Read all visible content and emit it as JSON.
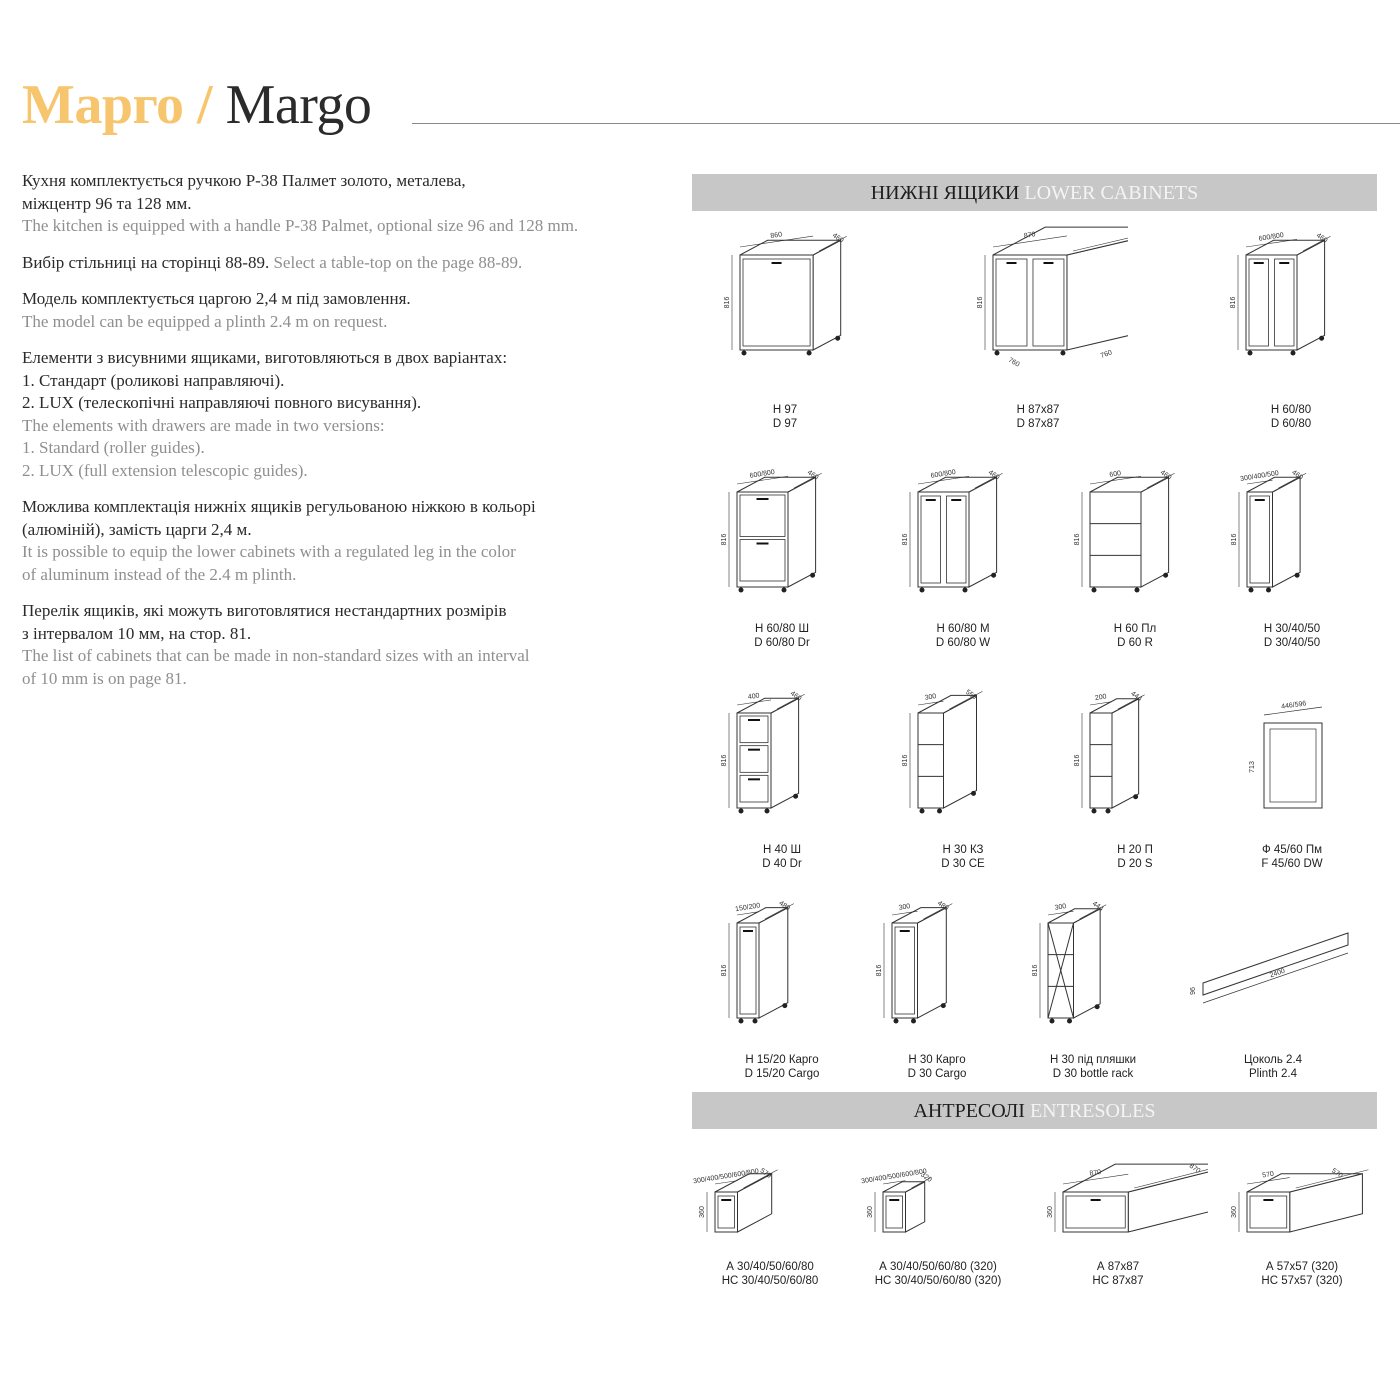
{
  "header": {
    "title_ua": "Марго /",
    "title_en": "Margo"
  },
  "intro": [
    {
      "ua": "Кухня комплектується ручкою Р-38 Палмет золото, металева,",
      "ua2": "міжцентр 96 та 128 мм.",
      "en": [
        "The kitchen is equipped with a handle P-38 Palmet, optional size 96 and 128 mm."
      ]
    },
    {
      "ua": "Вибір стільниці на сторінці 88-89.",
      "inline_en": " Select a table-top on the page 88-89."
    },
    {
      "ua": "Модель комплектується царгою 2,4 м під замовлення.",
      "en": [
        "The model can be equipped a plinth 2.4 m on request."
      ]
    },
    {
      "ua": "Елементи з висувними ящиками, виготовляються в двох варіантах:",
      "ua_lines": [
        "1. Стандарт (роликові направляючі).",
        "2. LUX (телескопічні направляючі повного висування)."
      ],
      "en": [
        "The elements with drawers are made in two versions:",
        "1. Standard (roller guides).",
        "2. LUX (full extension telescopic guides)."
      ]
    },
    {
      "ua": "Можлива комплектація нижніх ящиків регульованою ніжкою в кольорі",
      "ua2": "(алюміній), замість царги 2,4 м.",
      "en": [
        "It is possible to equip the lower cabinets with a regulated leg in the color",
        "of aluminum instead of the 2.4 m plinth."
      ]
    },
    {
      "ua": "Перелік ящиків, які можуть виготовлятися нестандартних розмірів",
      "ua2": "з інтервалом 10 мм, на стор. 81.",
      "en": [
        "The list of cabinets that can be made in non-standard sizes with an interval",
        "of 10 mm is on page 81."
      ]
    }
  ],
  "colors": {
    "accent": "#f6c56e",
    "bar": "#c7c7c8"
  },
  "lower": {
    "heading_ua": "НИЖНІ ЯЩИКИ",
    "heading_en": "LOWER CABINETS",
    "items": [
      {
        "line1": "Н 97",
        "line2": "D 97",
        "kind": "base",
        "doors": 1,
        "dims": [
          "860",
          "460",
          "816"
        ]
      },
      {
        "line1": "Н 87х87",
        "line2": "D 87x87",
        "kind": "corner",
        "doors": 2,
        "dims": [
          "870",
          "870",
          "816",
          "760",
          "760"
        ]
      },
      {
        "line1": "Н 60/80",
        "line2": "D 60/80",
        "kind": "base",
        "doors": 2,
        "dims": [
          "600/800",
          "460",
          "816"
        ]
      },
      {
        "line1": "Н 60/80 Ш",
        "line2": "D 60/80 Dr",
        "kind": "drawers",
        "doors": 2,
        "dims": [
          "600/800",
          "460",
          "816"
        ]
      },
      {
        "line1": "Н 60/80 М",
        "line2": "D 60/80 W",
        "kind": "base",
        "doors": 2,
        "dims": [
          "600/800",
          "460",
          "816"
        ]
      },
      {
        "line1": "Н 60 Пл",
        "line2": "D 60 R",
        "kind": "oven",
        "doors": 0,
        "dims": [
          "600",
          "460",
          "816"
        ]
      },
      {
        "line1": "Н 30/40/50",
        "line2": "D 30/40/50",
        "kind": "base",
        "doors": 1,
        "dims": [
          "300/400/500",
          "460",
          "816"
        ]
      },
      {
        "line1": "Н 40 Ш",
        "line2": "D 40 Dr",
        "kind": "drawers",
        "doors": 3,
        "dims": [
          "400",
          "460",
          "816"
        ]
      },
      {
        "line1": "Н 30 КЗ",
        "line2": "D 30 CE",
        "kind": "shelf",
        "doors": 0,
        "dims": [
          "300",
          "550",
          "816"
        ]
      },
      {
        "line1": "Н 20 П",
        "line2": "D 20 S",
        "kind": "shelf",
        "doors": 0,
        "dims": [
          "200",
          "444",
          "816"
        ]
      },
      {
        "line1": "Ф 45/60 Пм",
        "line2": "F 45/60 DW",
        "kind": "panel",
        "doors": 1,
        "dims": [
          "446/596",
          "",
          "713"
        ]
      },
      {
        "line1": "Н 15/20 Карго",
        "line2": "D 15/20 Cargo",
        "kind": "base",
        "doors": 1,
        "dims": [
          "150/200",
          "480",
          "816"
        ]
      },
      {
        "line1": "Н 30 Карго",
        "line2": "D 30 Cargo",
        "kind": "base",
        "doors": 1,
        "dims": [
          "300",
          "480",
          "816"
        ]
      },
      {
        "line1": "Н 30 під пляшки",
        "line2": "D 30 bottle rack",
        "kind": "rack",
        "doors": 0,
        "dims": [
          "300",
          "444",
          "816"
        ]
      },
      {
        "line1": "Цоколь 2.4",
        "line2": "Plinth 2.4",
        "kind": "plinth",
        "doors": 0,
        "dims": [
          "2400",
          "",
          "96"
        ]
      }
    ]
  },
  "entresoles": {
    "heading_ua": "АНТРЕСОЛІ",
    "heading_en": "ENTRESOLES",
    "items": [
      {
        "line1": "А 30/40/50/60/80",
        "line2": "НС 30/40/50/60/80",
        "kind": "wall",
        "doors": 1,
        "dims": [
          "300/400/500/600/800",
          "570",
          "360"
        ]
      },
      {
        "line1": "А 30/40/50/60/80 (320)",
        "line2": "НС 30/40/50/60/80 (320)",
        "kind": "wall",
        "doors": 1,
        "dims": [
          "300/400/500/600/800",
          "320",
          "360"
        ]
      },
      {
        "line1": "А 87х87",
        "line2": "НС 87x87",
        "kind": "wallcorner",
        "doors": 1,
        "dims": [
          "870",
          "870",
          "360"
        ]
      },
      {
        "line1": "А 57х57 (320)",
        "line2": "НС 57x57 (320)",
        "kind": "wallcorner",
        "doors": 1,
        "dims": [
          "570",
          "570",
          "360"
        ]
      }
    ]
  }
}
